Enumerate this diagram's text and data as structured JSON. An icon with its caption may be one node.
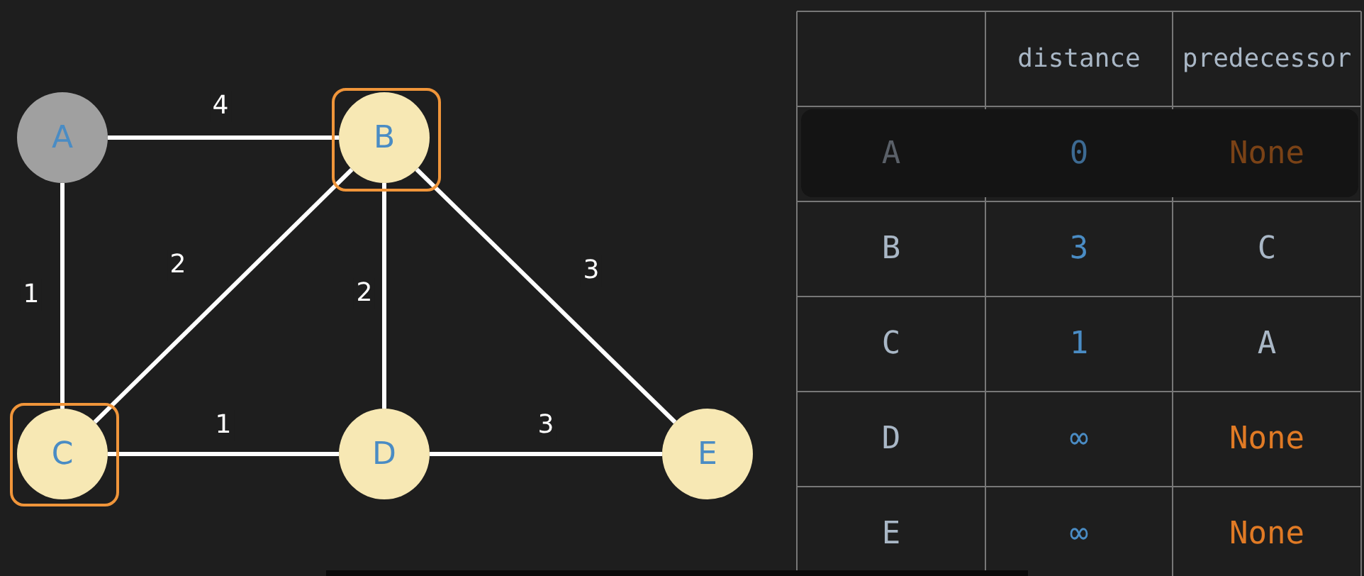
{
  "diagram": {
    "nodes": [
      {
        "text": [
          "A"
        ]
      },
      {
        "text": [
          "B"
        ]
      },
      {
        "text": [
          "C"
        ]
      },
      {
        "text": [
          "D"
        ]
      },
      {
        "text": [
          "E"
        ]
      }
    ],
    "edges": [
      {
        "from": 0,
        "to": 1,
        "arrow": "none",
        "label": "4"
      },
      {
        "from": 0,
        "to": 2,
        "arrow": "none",
        "label": "1"
      },
      {
        "from": 1,
        "to": 2,
        "arrow": "none",
        "label": "2"
      },
      {
        "from": 1,
        "to": 3,
        "arrow": "none",
        "label": "2"
      },
      {
        "from": 1,
        "to": 4,
        "arrow": "none",
        "label": "3"
      },
      {
        "from": 2,
        "to": 3,
        "arrow": "none",
        "label": "1"
      },
      {
        "from": 3,
        "to": 4,
        "arrow": "none",
        "label": "3"
      }
    ],
    "labels": [
      "distance",
      "predecessor",
      "A",
      "0",
      "None",
      "B",
      "3",
      "C",
      "C",
      "1",
      "A",
      "D",
      "∞",
      "None",
      "E",
      "∞",
      "None"
    ]
  }
}
